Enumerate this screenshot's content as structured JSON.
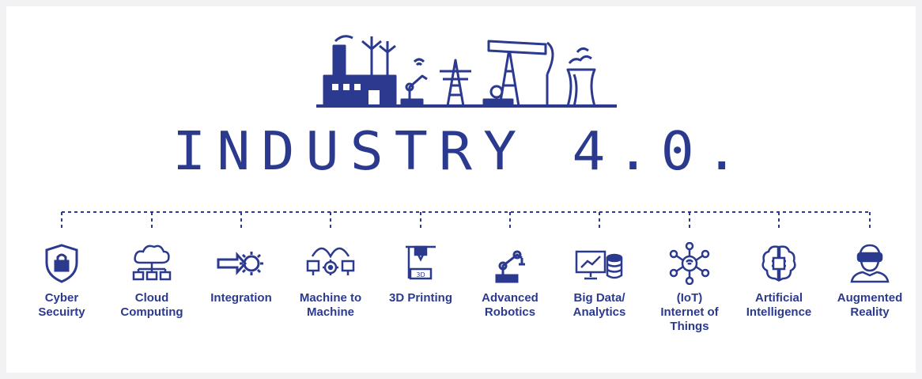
{
  "title": "INDUSTRY 4.0.",
  "accent_color": "#2b3a8f",
  "hero_icons": [
    "factory-icon",
    "wind-turbine-icon",
    "robot-arm-icon",
    "power-pylon-icon",
    "oil-pump-icon",
    "cooling-tower-icon"
  ],
  "items": [
    {
      "label": "Cyber\nSecuirty",
      "icon": "shield-lock-icon"
    },
    {
      "label": "Cloud\nComputing",
      "icon": "cloud-network-icon"
    },
    {
      "label": "Integration",
      "icon": "arrow-gear-icon"
    },
    {
      "label": "Machine to\nMachine",
      "icon": "machine-to-machine-icon"
    },
    {
      "label": "3D Printing",
      "icon": "3d-printer-icon"
    },
    {
      "label": "Advanced\nRobotics",
      "icon": "robot-arm-icon"
    },
    {
      "label": "Big Data/\nAnalytics",
      "icon": "monitor-database-icon"
    },
    {
      "label": "(IoT)\nInternet of\nThings",
      "icon": "iot-network-icon"
    },
    {
      "label": "Artificial\nIntelligence",
      "icon": "brain-chip-icon"
    },
    {
      "label": "Augmented\nReality",
      "icon": "vr-headset-person-icon"
    }
  ]
}
